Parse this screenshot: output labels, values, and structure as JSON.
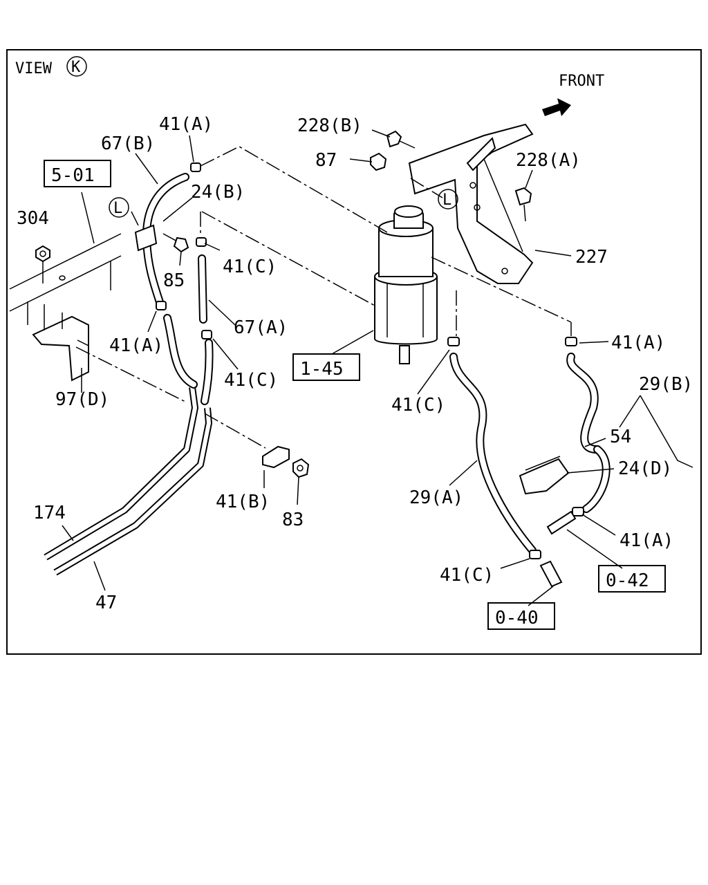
{
  "header": {
    "view_label": "VIEW",
    "view_letter": "K",
    "front_label": "FRONT"
  },
  "connector_letter": "L",
  "callouts": {
    "c41a_top": "41(A)",
    "c67b": "67(B)",
    "c24b": "24(B)",
    "c304": "304",
    "c85": "85",
    "c41c_top": "41(C)",
    "c67a": "67(A)",
    "c41a_left": "41(A)",
    "c41c_mid": "41(C)",
    "c97d": "97(D)",
    "c41b": "41(B)",
    "c83": "83",
    "c174": "174",
    "c47": "47",
    "c228b": "228(B)",
    "c87": "87",
    "c228a": "228(A)",
    "c227": "227",
    "c41c_filter": "41(C)",
    "c41a_right": "41(A)",
    "c29b": "29(B)",
    "c54": "54",
    "c24d": "24(D)",
    "c29a": "29(A)",
    "c41a_lower": "41(A)",
    "c41c_lower": "41(C)"
  },
  "refs": {
    "r501": "5-01",
    "r145": "1-45",
    "r042": "0-42",
    "r040": "0-40"
  }
}
